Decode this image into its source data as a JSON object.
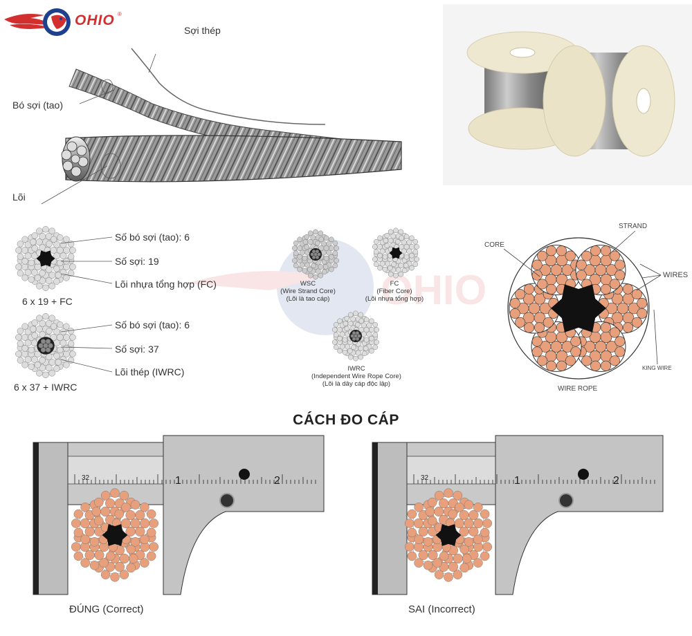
{
  "brand": {
    "logo_text": "OHIO",
    "registered": "®"
  },
  "rope_diagram": {
    "label_wire": "Sợi thép",
    "label_strand": "Bó sợi (tao)",
    "label_core": "Lõi"
  },
  "constructions": [
    {
      "strands_label": "Số bó sợi (tao): 6",
      "wires_label": "Số sợi: 19",
      "core_label": "Lõi nhựa tổng hợp (FC)",
      "name": "6 x 19 + FC"
    },
    {
      "strands_label": "Số bó sợi (tao): 6",
      "wires_label": "Số sợi: 37",
      "core_label": "Lõi thép (IWRC)",
      "name": "6 x 37 + IWRC"
    }
  ],
  "core_types": [
    {
      "abbr": "WSC",
      "full": "(Wire Strand Core)",
      "desc": "(Lõi là tao cáp)"
    },
    {
      "abbr": "FC",
      "full": "(Fiber Core)",
      "desc": "(Lõi nhựa tổng hợp)"
    },
    {
      "abbr": "IWRC",
      "full": "(Independent Wire Rope Core)",
      "desc": "(Lõi là dây cáp độc lập)"
    }
  ],
  "cross_section": {
    "core": "CORE",
    "strand": "STRAND",
    "wires": "WIRES",
    "king_wire": "KING WIRE",
    "caption": "WIRE ROPE"
  },
  "measure": {
    "title": "CÁCH ĐO CÁP",
    "correct": "ĐÚNG (Correct)",
    "incorrect": "SAI (Incorrect)",
    "scale_small": "32",
    "scale_1": "1",
    "scale_2": "2"
  },
  "colors": {
    "copper": "#e8a07c",
    "steel": "#b8b8b8",
    "brand_red": "#d32f2f",
    "brand_blue": "#1f3f8f"
  }
}
